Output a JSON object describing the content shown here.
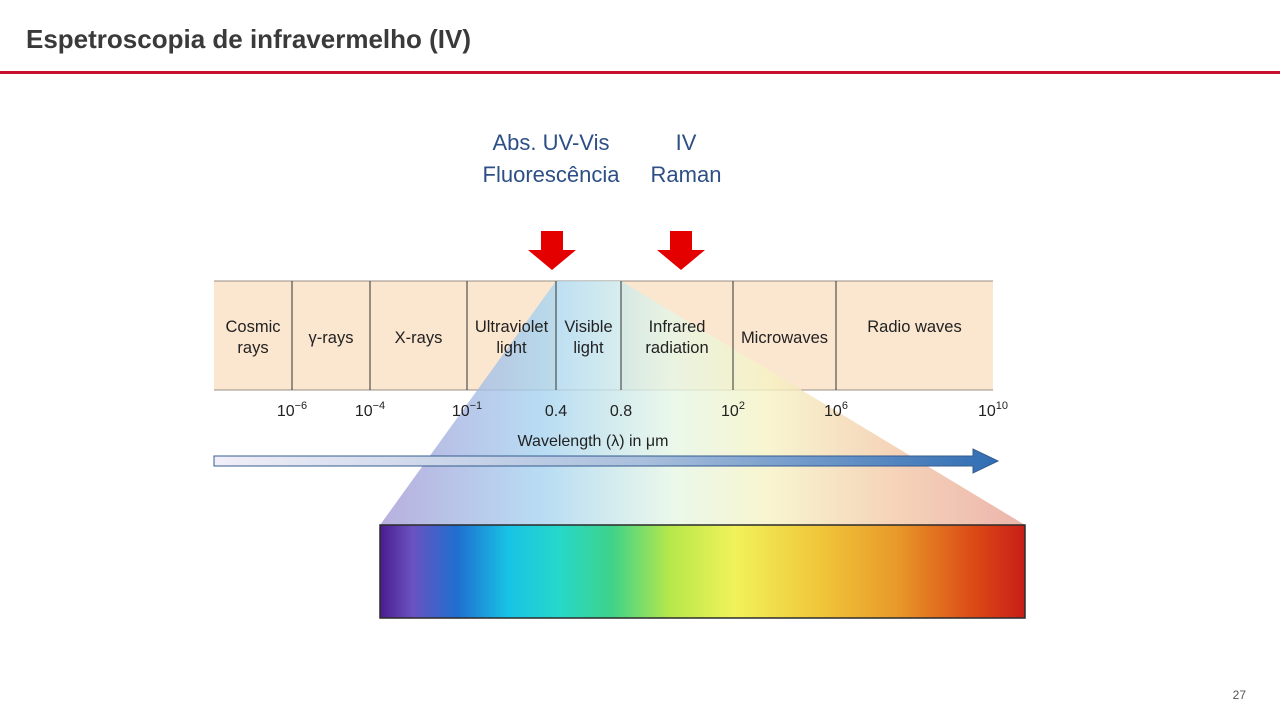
{
  "slide": {
    "title": "Espetroscopia de infravermelho (IV)",
    "page_number": "27",
    "accent_color": "#c8102e"
  },
  "methods": [
    {
      "lines": [
        "Abs. UV-Vis",
        "Fluorescência"
      ],
      "color": "#2d4f86"
    },
    {
      "lines": [
        "IV",
        "Raman"
      ],
      "color": "#2d4f86"
    }
  ],
  "arrow_color": "#e50000",
  "spectrum": {
    "regions": [
      {
        "lines": [
          "Cosmic",
          "rays"
        ]
      },
      {
        "lines": [
          "γ-rays"
        ]
      },
      {
        "lines": [
          "X-rays"
        ]
      },
      {
        "lines": [
          "Ultraviolet",
          "light"
        ]
      },
      {
        "lines": [
          "Visible",
          "light"
        ]
      },
      {
        "lines": [
          "Infrared",
          "radiation"
        ]
      },
      {
        "lines": [
          "Microwaves"
        ]
      },
      {
        "lines": [
          "Radio waves"
        ]
      }
    ],
    "ticks": [
      {
        "base": "10",
        "exp": "−6"
      },
      {
        "base": "10",
        "exp": "−4"
      },
      {
        "base": "10",
        "exp": "−1"
      },
      {
        "base": "0.4",
        "exp": ""
      },
      {
        "base": "0.8",
        "exp": ""
      },
      {
        "base": "10",
        "exp": "2"
      },
      {
        "base": "10",
        "exp": "6"
      },
      {
        "base": "10",
        "exp": "10"
      }
    ],
    "axis_label": "Wavelength (λ) in μm",
    "band_color": "#fbe6cf",
    "visible_color": "#ffffff",
    "axis_arrow_color": "#2f6db3"
  }
}
